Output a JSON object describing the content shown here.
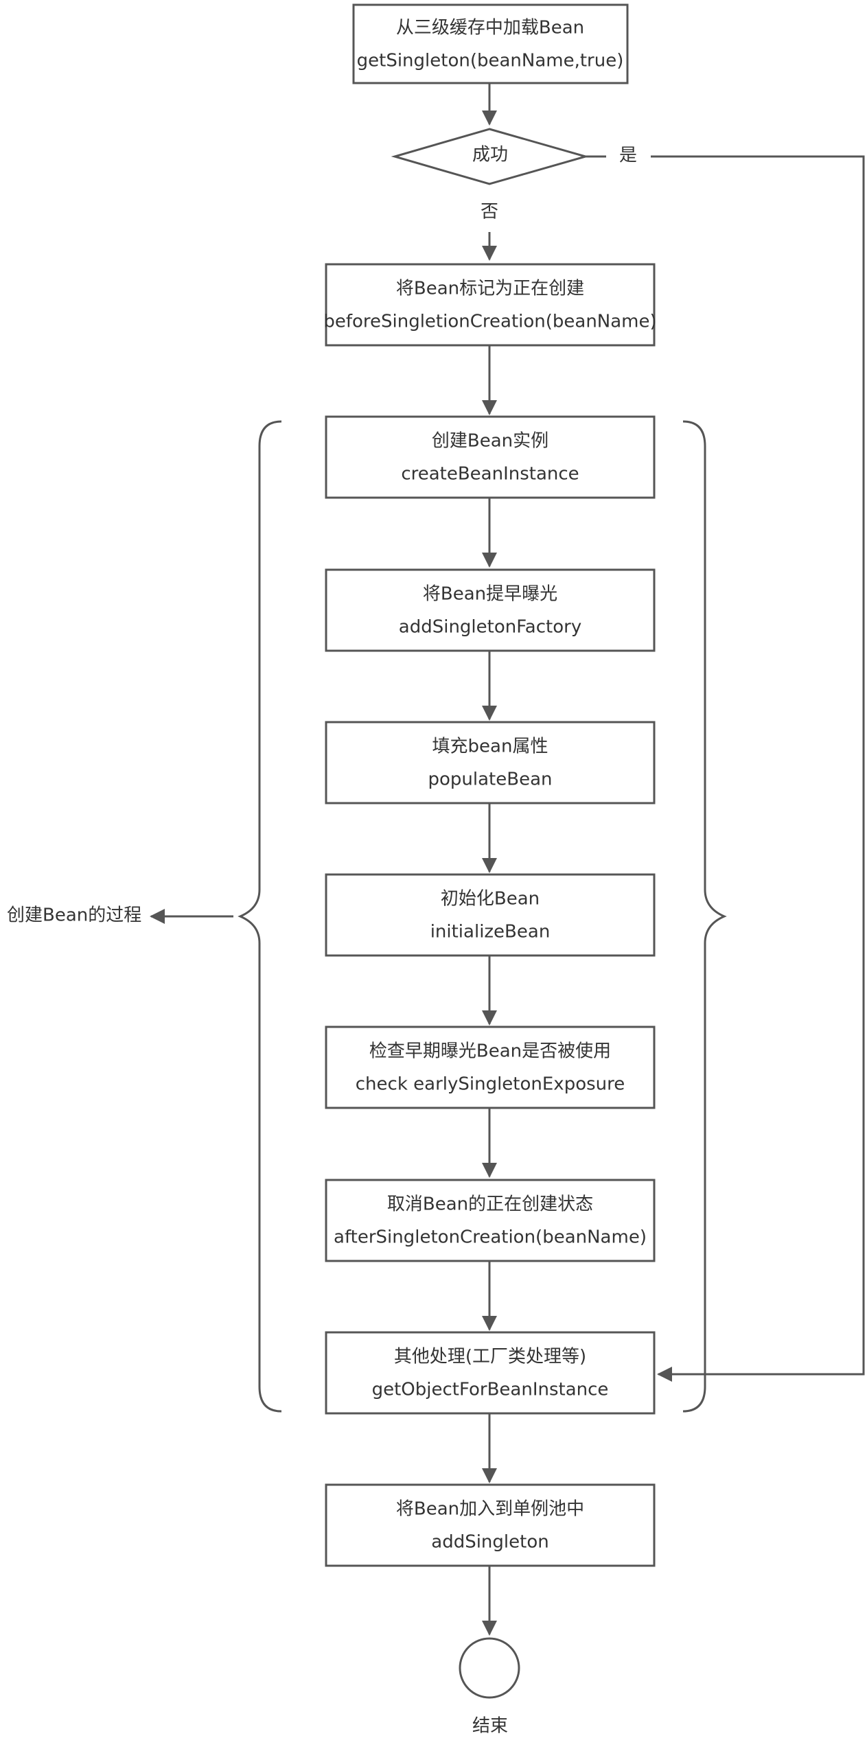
{
  "nodes": {
    "load": {
      "title": "从三级缓存中加载Bean",
      "code": "getSingleton(beanName,true)"
    },
    "decision": {
      "label": "成功"
    },
    "mark": {
      "title": "将Bean标记为正在创建",
      "code": "beforeSingletionCreation(beanName)"
    },
    "create": {
      "title": "创建Bean实例",
      "code": "createBeanInstance"
    },
    "expose": {
      "title": "将Bean提早曝光",
      "code": "addSingletonFactory"
    },
    "populate": {
      "title": "填充bean属性",
      "code": "populateBean"
    },
    "init": {
      "title": "初始化Bean",
      "code": "initializeBean"
    },
    "check": {
      "title": "检查早期曝光Bean是否被使用",
      "code": "check earlySingletonExposure"
    },
    "cancel": {
      "title": "取消Bean的正在创建状态",
      "code": "afterSingletonCreation(beanName)"
    },
    "other": {
      "title": "其他处理(工厂类处理等)",
      "code": "getObjectForBeanInstance"
    },
    "add": {
      "title": "将Bean加入到单例池中",
      "code": "addSingleton"
    },
    "end": {
      "label": "结束"
    }
  },
  "edges": {
    "yes": "是",
    "no": "否"
  },
  "annotation": {
    "process": "创建Bean的过程"
  },
  "colors": {
    "stroke": "#555555",
    "text": "#333333",
    "background": "#ffffff"
  }
}
